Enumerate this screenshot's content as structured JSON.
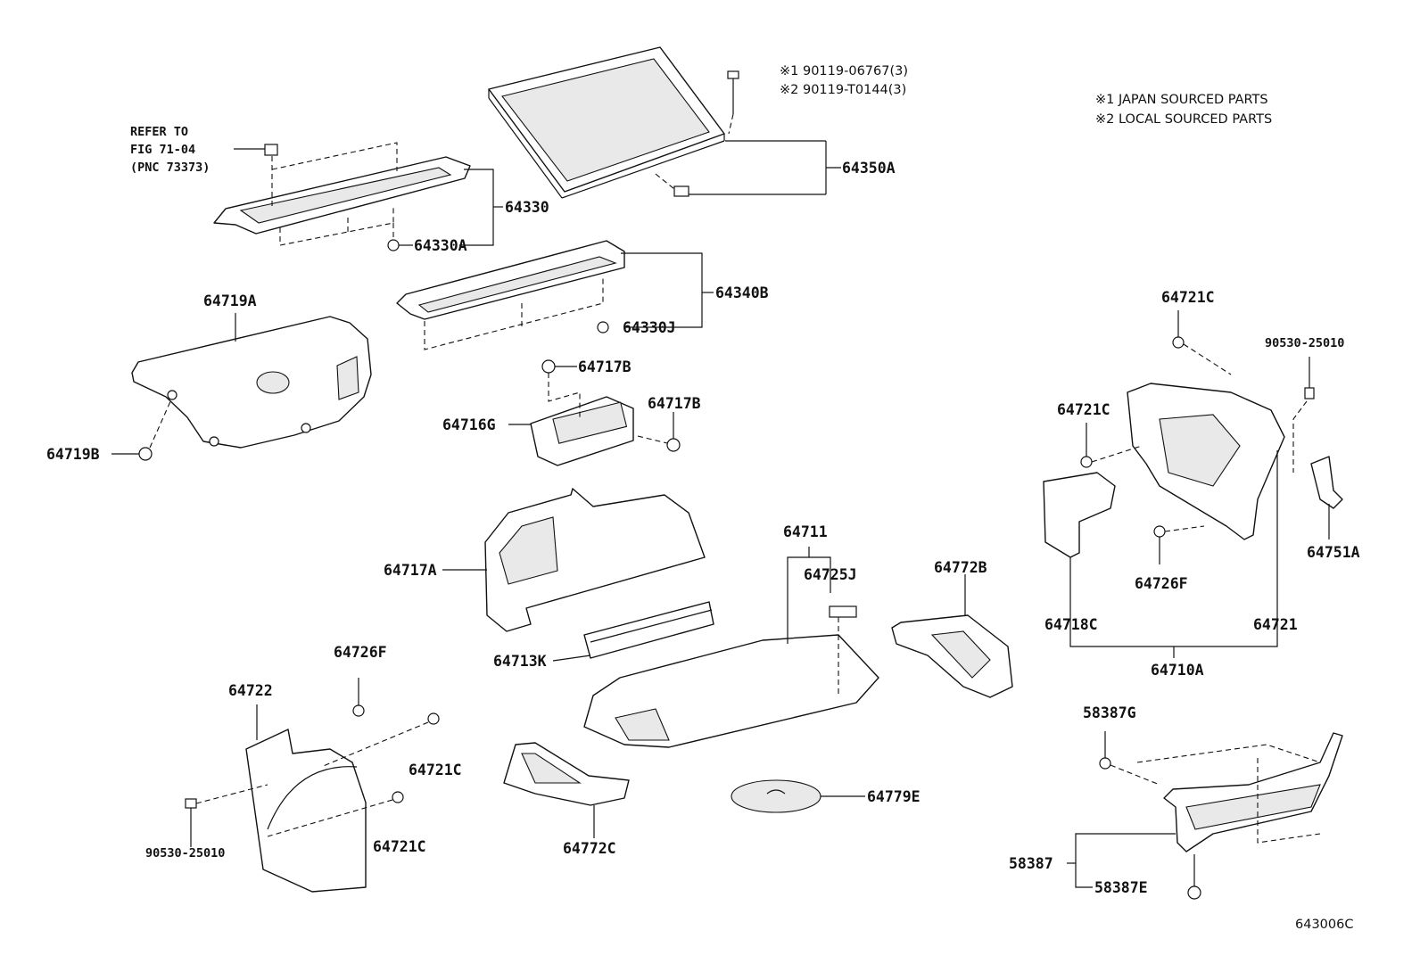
{
  "notes": {
    "bolt_1": "※1 90119-06767(3)",
    "bolt_2": "※2 90119-T0144(3)",
    "legend_1": "※1 JAPAN SOURCED PARTS",
    "legend_2": "※2 LOCAL SOURCED PARTS"
  },
  "reference": {
    "line1": "REFER TO",
    "line2": "FIG 71-04",
    "line3": "(PNC 73373)"
  },
  "labels": {
    "p64350A": "64350A",
    "p64330": "64330",
    "p64330A": "64330A",
    "p64340B": "64340B",
    "p64330J": "64330J",
    "p64719A": "64719A",
    "p64719B": "64719B",
    "p64717B_top": "64717B",
    "p64717B_right": "64717B",
    "p64716G": "64716G",
    "p64717A": "64717A",
    "p64711": "64711",
    "p64725J": "64725J",
    "p64772B": "64772B",
    "p64713K": "64713K",
    "p64726F_left": "64726F",
    "p64722": "64722",
    "p64721C_left_top": "64721C",
    "p64721C_left_bottom": "64721C",
    "p90530_left": "90530-25010",
    "p64772C": "64772C",
    "p64779E": "64779E",
    "p64721C_right_top": "64721C",
    "p64721C_right_mid": "64721C",
    "p90530_right": "90530-25010",
    "p64751A": "64751A",
    "p64726F_right": "64726F",
    "p64718C": "64718C",
    "p64721": "64721",
    "p64710A": "64710A",
    "p58387G": "58387G",
    "p58387": "58387",
    "p58387E": "58387E"
  },
  "diagram_code": "643006C"
}
